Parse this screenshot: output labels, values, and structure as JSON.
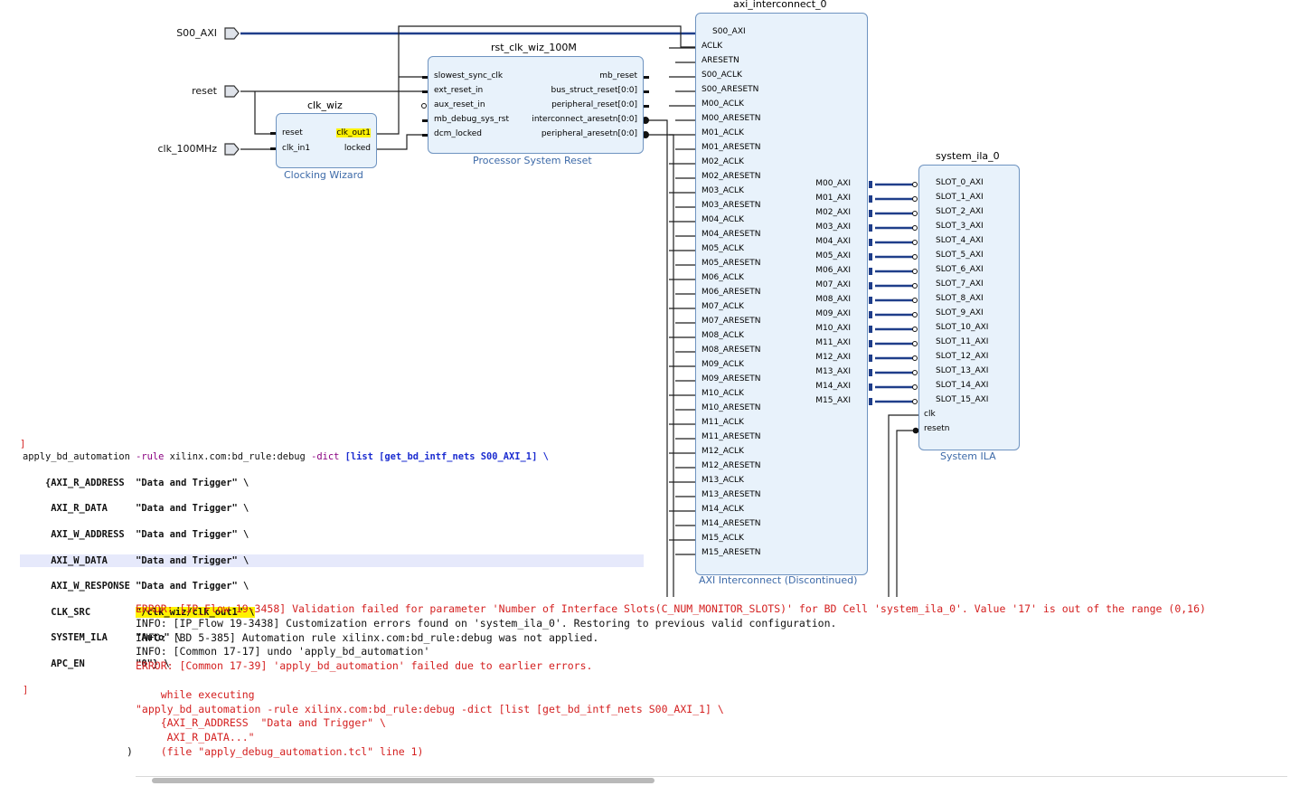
{
  "ext_ports": {
    "s00_axi": "S00_AXI",
    "reset": "reset",
    "clk": "clk_100MHz"
  },
  "clk_wiz": {
    "instance": "clk_wiz",
    "subtitle": "Clocking Wizard",
    "pins_left": [
      "reset",
      "clk_in1"
    ],
    "pins_right": [
      "clk_out1",
      "locked"
    ]
  },
  "rst": {
    "instance": "rst_clk_wiz_100M",
    "subtitle": "Processor System Reset",
    "pins_left": [
      "slowest_sync_clk",
      "ext_reset_in",
      "aux_reset_in",
      "mb_debug_sys_rst",
      "dcm_locked"
    ],
    "pins_right": [
      "mb_reset",
      "bus_struct_reset[0:0]",
      "peripheral_reset[0:0]",
      "interconnect_aresetn[0:0]",
      "peripheral_aresetn[0:0]"
    ]
  },
  "ic": {
    "instance": "axi_interconnect_0",
    "subtitle": "AXI Interconnect (Discontinued)",
    "pins_left": [
      "S00_AXI",
      "ACLK",
      "ARESETN",
      "S00_ACLK",
      "S00_ARESETN",
      "M00_ACLK",
      "M00_ARESETN",
      "M01_ACLK",
      "M01_ARESETN",
      "M02_ACLK",
      "M02_ARESETN",
      "M03_ACLK",
      "M03_ARESETN",
      "M04_ACLK",
      "M04_ARESETN",
      "M05_ACLK",
      "M05_ARESETN",
      "M06_ACLK",
      "M06_ARESETN",
      "M07_ACLK",
      "M07_ARESETN",
      "M08_ACLK",
      "M08_ARESETN",
      "M09_ACLK",
      "M09_ARESETN",
      "M10_ACLK",
      "M10_ARESETN",
      "M11_ACLK",
      "M11_ARESETN",
      "M12_ACLK",
      "M12_ARESETN",
      "M13_ACLK",
      "M13_ARESETN",
      "M14_ACLK",
      "M14_ARESETN",
      "M15_ACLK",
      "M15_ARESETN"
    ],
    "pins_right": [
      "M00_AXI",
      "M01_AXI",
      "M02_AXI",
      "M03_AXI",
      "M04_AXI",
      "M05_AXI",
      "M06_AXI",
      "M07_AXI",
      "M08_AXI",
      "M09_AXI",
      "M10_AXI",
      "M11_AXI",
      "M12_AXI",
      "M13_AXI",
      "M14_AXI",
      "M15_AXI"
    ]
  },
  "ila": {
    "instance": "system_ila_0",
    "subtitle": "System ILA",
    "slots": [
      "SLOT_0_AXI",
      "SLOT_1_AXI",
      "SLOT_2_AXI",
      "SLOT_3_AXI",
      "SLOT_4_AXI",
      "SLOT_5_AXI",
      "SLOT_6_AXI",
      "SLOT_7_AXI",
      "SLOT_8_AXI",
      "SLOT_9_AXI",
      "SLOT_10_AXI",
      "SLOT_11_AXI",
      "SLOT_12_AXI",
      "SLOT_13_AXI",
      "SLOT_14_AXI",
      "SLOT_15_AXI"
    ],
    "extra": [
      "clk",
      "resetn"
    ]
  },
  "script": {
    "l1_cmd": "apply_bd_automation ",
    "l1_flag1": "-rule ",
    "l1_mid": "xilinx.com:bd_rule:debug ",
    "l1_flag2": "-dict ",
    "l1_list": "[list [get_bd_intf_nets S00_AXI_1] \\",
    "l2": "    {AXI_R_ADDRESS  \"Data and Trigger\" \\",
    "l3": "     AXI_R_DATA     \"Data and Trigger\" \\",
    "l4": "     AXI_W_ADDRESS  \"Data and Trigger\" \\",
    "l5": "     AXI_W_DATA     \"Data and Trigger\" \\",
    "l6": "     AXI_W_RESPONSE \"Data and Trigger\" \\",
    "l7_key": "     CLK_SRC        ",
    "l7_val": "\"/clk_wiz/clk_out1\" \\",
    "l8": "     SYSTEM_ILA     \"Auto\" \\",
    "l9": "     APC_EN         \"0\"} \\",
    "l10": "]",
    "gutter": "]"
  },
  "console": {
    "lines": [
      {
        "type": "err",
        "text": "ERROR: [IP_Flow 19-3458] Validation failed for parameter 'Number of Interface Slots(C_NUM_MONITOR_SLOTS)' for BD Cell 'system_ila_0'. Value '17' is out of the range (0,16)"
      },
      {
        "type": "info",
        "text": "INFO: [IP_Flow 19-3438] Customization errors found on 'system_ila_0'. Restoring to previous valid configuration."
      },
      {
        "type": "info",
        "text": "INFO: [BD 5-385] Automation rule xilinx.com:bd_rule:debug was not applied."
      },
      {
        "type": "info",
        "text": "INFO: [Common 17-17] undo 'apply_bd_automation'"
      },
      {
        "type": "err",
        "text": "ERROR: [Common 17-39] 'apply_bd_automation' failed due to earlier errors."
      },
      {
        "type": "err",
        "text": ""
      },
      {
        "type": "err",
        "text": "    while executing"
      },
      {
        "type": "err",
        "text": "\"apply_bd_automation -rule xilinx.com:bd_rule:debug -dict [list [get_bd_intf_nets S00_AXI_1] \\"
      },
      {
        "type": "err",
        "text": "    {AXI_R_ADDRESS  \"Data and Trigger\" \\"
      },
      {
        "type": "err",
        "text": "     AXI_R_DATA...\""
      },
      {
        "type": "err",
        "text": "    (file \"apply_debug_automation.tcl\" line 1)"
      }
    ],
    "brace": ")"
  },
  "colors": {
    "block_fill": "#e8f2fb",
    "block_border": "#6e93c0",
    "net": "#1f3e8a",
    "highlight": "#fff200",
    "error": "#d42020"
  }
}
